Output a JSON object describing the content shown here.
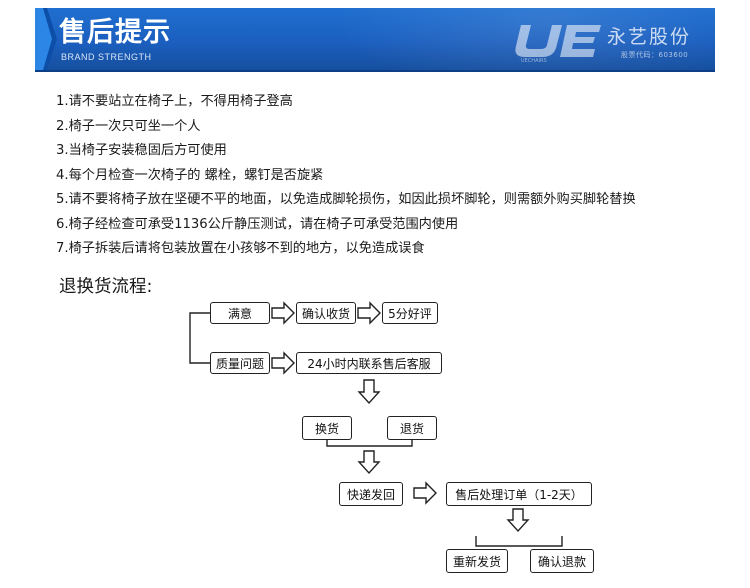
{
  "header": {
    "title": "售后提示",
    "subtitle": "BRAND STRENGTH",
    "logo_text": "永艺股份",
    "logo_code": "股票代码：603600",
    "logo_small": "UECHAIRS",
    "colors": {
      "banner": "#1b5fbf",
      "stripe": "#0c3f85"
    }
  },
  "notes": [
    "1.请不要站立在椅子上，不得用椅子登高",
    "2.椅子一次只可坐一个人",
    "3.当椅子安装稳固后方可使用",
    "4.每个月检查一次椅子的 螺栓，螺钉是否旋紧",
    "5.请不要将椅子放在坚硬不平的地面，以免造成脚轮损伤，如因此损坏脚轮，则需额外购买脚轮替换",
    "6.椅子经检查可承受1136公斤静压测试，请在椅子可承受范围内使用",
    "7.椅子拆装后请将包装放置在小孩够不到的地方，以免造成误食"
  ],
  "flow": {
    "title": "退换货流程:",
    "nodes": {
      "satisfied": "满意",
      "confirm_receipt": "确认收货",
      "five_star": "5分好评",
      "quality_issue": "质量问题",
      "contact_service": "24小时内联系售后客服",
      "exchange": "换货",
      "return": "退货",
      "express_back": "快递发回",
      "process_order": "售后处理订单（1-2天）",
      "reship": "重新发货",
      "confirm_refund": "确认退款"
    }
  }
}
